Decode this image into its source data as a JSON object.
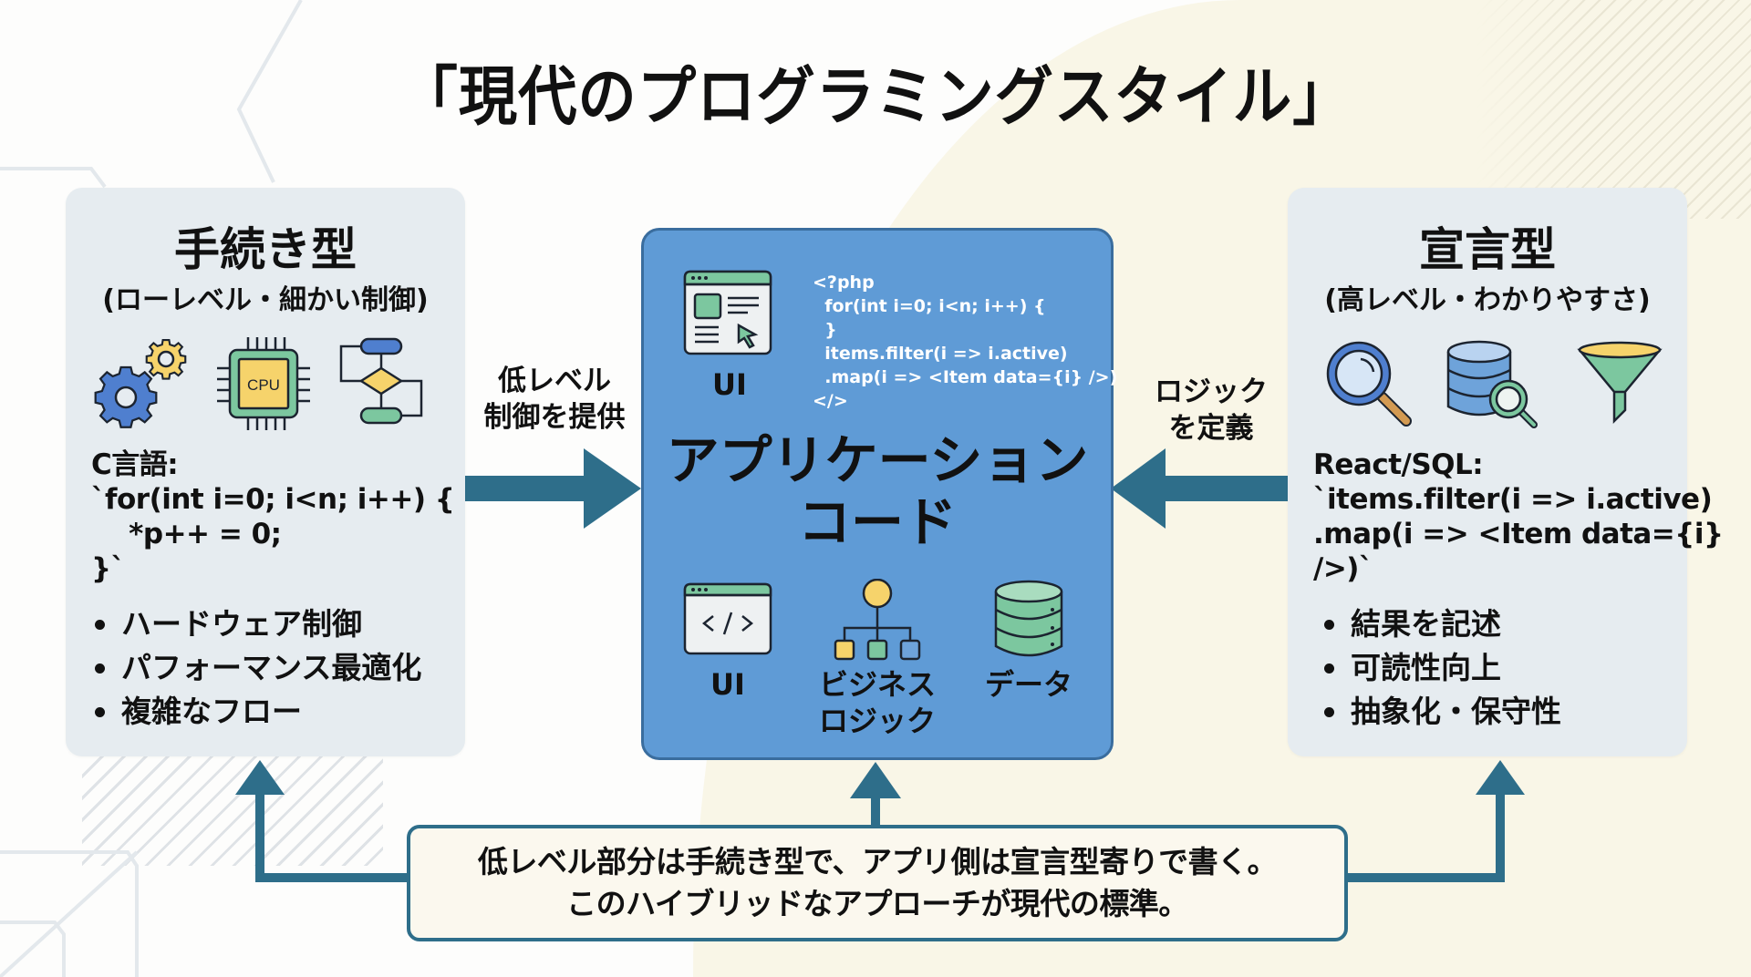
{
  "title": "「現代のプログラミングスタイル」",
  "colors": {
    "accent_blue": "#5f9bd6",
    "arrow_teal": "#2e6e8a",
    "panel_gray": "#e6ecf0",
    "icon_yellow": "#f6d36b",
    "icon_green": "#7cc79f",
    "icon_blue": "#4f7fcf"
  },
  "left_panel": {
    "title": "手続き型",
    "subtitle": "(ローレベル・細かい制御)",
    "icons": [
      "gears-icon",
      "cpu-icon",
      "flowchart-icon"
    ],
    "cpu_label": "CPU",
    "code_lines": [
      "C言語:",
      "`for(int i=0; i<n; i++) {",
      "    *p++ = 0;",
      "}`"
    ],
    "bullets": [
      "ハードウェア制御",
      "パフォーマンス最適化",
      "複雑なフロー"
    ]
  },
  "right_panel": {
    "title": "宣言型",
    "subtitle": "(高レベル・わかりやすさ)",
    "icons": [
      "magnifier-icon",
      "database-search-icon",
      "funnel-icon"
    ],
    "code_lines": [
      "React/SQL:",
      "`items.filter(i => i.active)",
      ".map(i => <Item data={i}",
      "/>)`"
    ],
    "bullets": [
      "結果を記述",
      "可読性向上",
      "抽象化・保守性"
    ]
  },
  "center_panel": {
    "title_line1": "アプリケーション",
    "title_line2": "コード",
    "top_ui_label": "UI",
    "code_snippet": [
      "<?php",
      "  for(int i=0; i<n; i++) {",
      "  }",
      "  items.filter(i => i.active)",
      "  .map(i => <Item data={i} />)",
      "</>"
    ],
    "components": [
      {
        "icon": "code-window-icon",
        "label_line1": "UI",
        "label_line2": ""
      },
      {
        "icon": "hierarchy-icon",
        "label_line1": "ビジネス",
        "label_line2": "ロジック"
      },
      {
        "icon": "database-icon",
        "label_line1": "データ",
        "label_line2": ""
      }
    ]
  },
  "left_arrow_label": {
    "line1": "低レベル",
    "line2": "制御を提供"
  },
  "right_arrow_label": {
    "line1": "ロジック",
    "line2": "を定義"
  },
  "note": {
    "line1": "低レベル部分は手続き型で、アプリ側は宣言型寄りで書く。",
    "line2": "このハイブリッドなアプローチが現代の標準。"
  }
}
